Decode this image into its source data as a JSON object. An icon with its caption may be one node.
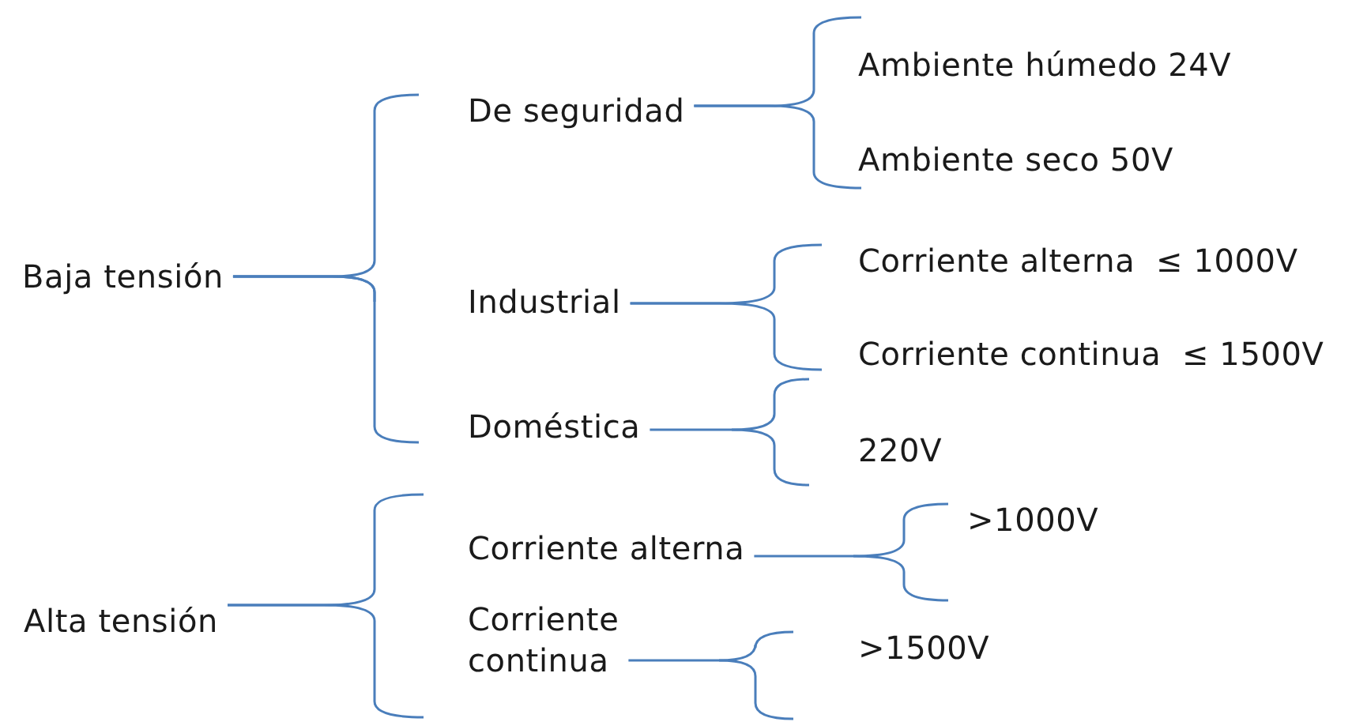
{
  "diagram": {
    "nodes": [
      {
        "text": [
          "Baja tensión"
        ]
      },
      {
        "text": [
          "De seguridad"
        ]
      },
      {
        "text": [
          "Industrial"
        ]
      },
      {
        "text": [
          "Doméstica"
        ]
      },
      {
        "text": [
          "Ambiente húmedo 24V"
        ]
      },
      {
        "text": [
          "Ambiente seco 50V"
        ]
      },
      {
        "text": [
          "Corriente alterna  ≤ 1000V"
        ]
      },
      {
        "text": [
          "Corriente continua  ≤ 1500V"
        ]
      },
      {
        "text": [
          "220V"
        ]
      },
      {
        "text": [
          "Alta tensión"
        ]
      },
      {
        "text": [
          "Corriente alterna"
        ]
      },
      {
        "text": [
          "Corriente continua"
        ]
      },
      {
        "text": [
          ">1000V"
        ]
      },
      {
        "text": [
          ">1500V"
        ]
      }
    ],
    "edges": [
      {
        "from": 0,
        "to": 1,
        "arrow": "none"
      },
      {
        "from": 0,
        "to": 2,
        "arrow": "none"
      },
      {
        "from": 0,
        "to": 3,
        "arrow": "none"
      },
      {
        "from": 1,
        "to": 4,
        "arrow": "none"
      },
      {
        "from": 1,
        "to": 5,
        "arrow": "none"
      },
      {
        "from": 2,
        "to": 6,
        "arrow": "none"
      },
      {
        "from": 2,
        "to": 7,
        "arrow": "none"
      },
      {
        "from": 3,
        "to": 8,
        "arrow": "none"
      },
      {
        "from": 9,
        "to": 10,
        "arrow": "none"
      },
      {
        "from": 9,
        "to": 11,
        "arrow": "none"
      },
      {
        "from": 10,
        "to": 12,
        "arrow": "none"
      },
      {
        "from": 11,
        "to": 13,
        "arrow": "none"
      }
    ]
  }
}
